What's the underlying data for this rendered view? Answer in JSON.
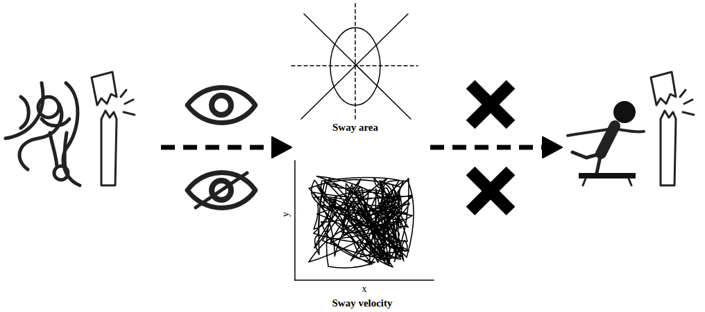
{
  "diagram": {
    "labels": [
      "Sway area",
      "y",
      "x",
      "Sway velocity"
    ]
  }
}
